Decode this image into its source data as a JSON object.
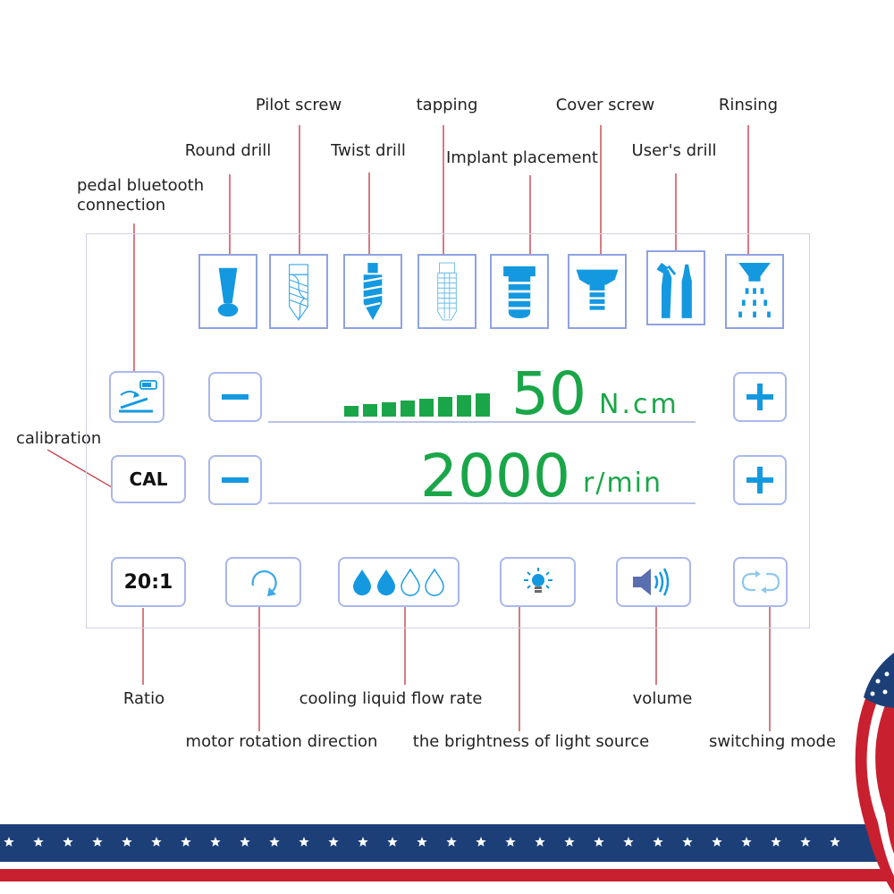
{
  "tools": {
    "round_drill": "Round drill",
    "pilot_screw": "Pilot screw",
    "twist_drill": "Twist drill",
    "tapping": "tapping",
    "implant_placement": "Implant placement",
    "cover_screw": "Cover screw",
    "users_drill": "User's drill",
    "rinsing": "Rinsing"
  },
  "labels": {
    "pedal_line1": "pedal bluetooth",
    "pedal_line2": "connection",
    "calibration": "calibration",
    "ratio": "Ratio",
    "motor_rotation": "motor rotation direction",
    "cooling": "cooling liquid flow rate",
    "brightness": "the brightness of light source",
    "volume": "volume",
    "switching": "switching mode"
  },
  "controls": {
    "cal_label": "CAL",
    "ratio_value": "20:1",
    "minus": "−",
    "plus": "+"
  },
  "torque": {
    "value": "50",
    "unit": "N.cm",
    "level_bars": 8
  },
  "speed": {
    "value": "2000",
    "unit": "r/min"
  },
  "cooling": {
    "level": 2,
    "max": 4
  },
  "colors": {
    "icon_blue": "#1499e0",
    "readout_green": "#1aa648",
    "leader_red": "#c0363f",
    "tile_border": "#8fa3e2"
  }
}
